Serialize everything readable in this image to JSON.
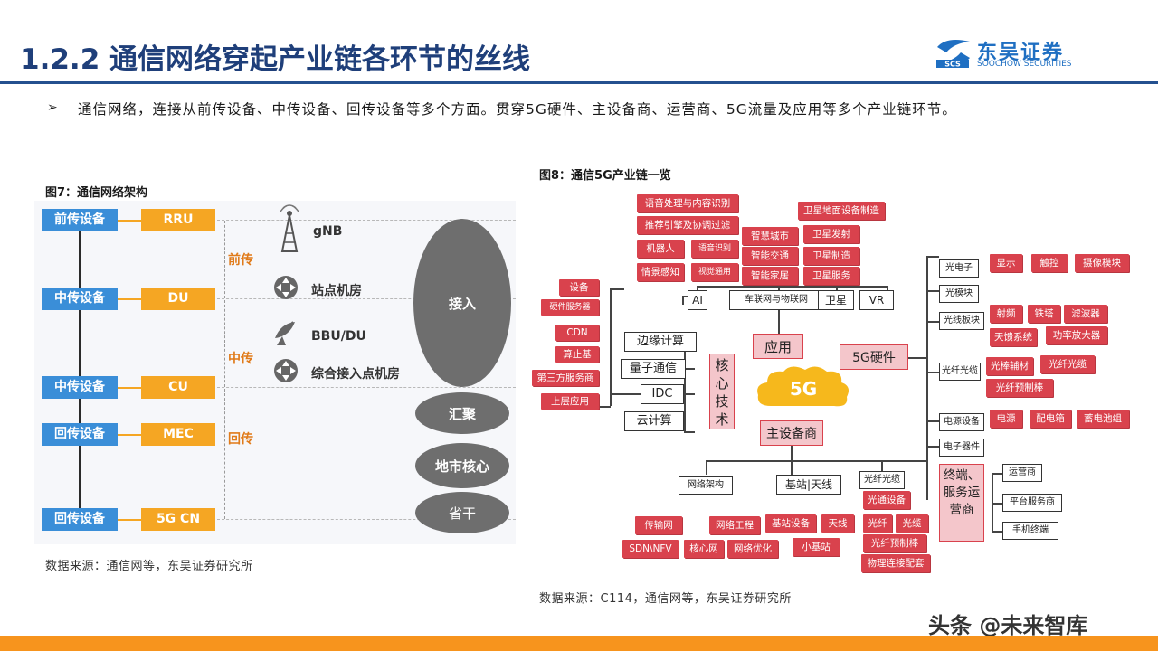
{
  "header": {
    "title": "1.2.2 通信网络穿起产业链各环节的丝线",
    "logo_name": "东吴证券",
    "logo_sub": "SOOCHOW SECURITIES",
    "logo_badge": "SCS"
  },
  "bullet": {
    "mark": "➢",
    "text": "通信网络，连接从前传设备、中传设备、回传设备等多个方面。贯穿5G硬件、主设备商、运营商、5G流量及应用等多个产业链环节。"
  },
  "fig7": {
    "caption": "图7：通信网络架构",
    "source": "数据来源：通信网等，东吴证券研究所",
    "rows": [
      {
        "left": "前传设备",
        "right": "RRU"
      },
      {
        "left": "中传设备",
        "right": "DU"
      },
      {
        "left": "中传设备",
        "right": "CU"
      },
      {
        "left": "回传设备",
        "right": "MEC"
      },
      {
        "left": "回传设备",
        "right": "5G CN"
      }
    ],
    "segments": [
      "前传",
      "中传",
      "回传"
    ],
    "nodes": [
      "gNB",
      "站点机房",
      "BBU/DU",
      "综合接入点机房"
    ],
    "ovals": [
      "接入",
      "汇聚",
      "地市核心",
      "省干"
    ]
  },
  "fig8": {
    "caption": "图8：通信5G产业链一览",
    "source": "数据来源：C114，通信网等，东吴证券研究所",
    "center": "5G",
    "app": {
      "label": "应用",
      "top": [
        "语音处理与内容识别",
        "推荐引擎及协调过滤",
        "机器人",
        "语音识别",
        "情景感知",
        "视觉通用"
      ],
      "mid": [
        "智慧城市",
        "智能交通",
        "智能家居"
      ],
      "sat": [
        "卫星地面设备制造",
        "卫星发射",
        "卫星制造",
        "卫星服务"
      ],
      "row": [
        "AI",
        "车联网与物联网",
        "卫星",
        "VR"
      ]
    },
    "core": {
      "label": "核心技术",
      "items": [
        "边缘计算",
        "量子通信",
        "IDC",
        "云计算"
      ],
      "edge": [
        "设备",
        "硬件服务器",
        "CDN",
        "算止基",
        "第三方服务商",
        "上层应用"
      ]
    },
    "hw": {
      "label": "5G硬件",
      "groups": [
        "光电子",
        "光模块",
        "光线板块",
        "光纤光缆",
        "电源设备",
        "电子器件"
      ],
      "oe": [
        "显示",
        "触控",
        "摄像模块"
      ],
      "rf": [
        "射频",
        "铁塔",
        "滤波器",
        "天馈系统",
        "功率放大器"
      ],
      "fiber": [
        "光棒辅材",
        "光纤光缆",
        "光纤预制棒"
      ],
      "power": [
        "电源",
        "配电箱",
        "蓄电池组"
      ]
    },
    "equip": {
      "label": "主设备商",
      "cats": [
        "网络架构",
        "基站|天线",
        "光纤光缆"
      ],
      "net": [
        "传输网",
        "网络工程",
        "SDN\\NFV",
        "核心网",
        "网络优化"
      ],
      "bs": [
        "基站设备",
        "天线",
        "小基站"
      ],
      "fb": [
        "光通设备",
        "光纤",
        "光缆",
        "光纤预制棒",
        "物理连接配套"
      ]
    },
    "term": {
      "label": "终端、服务运营商",
      "items": [
        "运营商",
        "平台服务商",
        "手机终端"
      ]
    }
  },
  "watermark": "头条 @未来智库",
  "colors": {
    "brand": "#1f3f7a",
    "accent": "#f7941d",
    "chip": "#d9424d",
    "node": "#3a8ed8",
    "node2": "#f5a623"
  }
}
